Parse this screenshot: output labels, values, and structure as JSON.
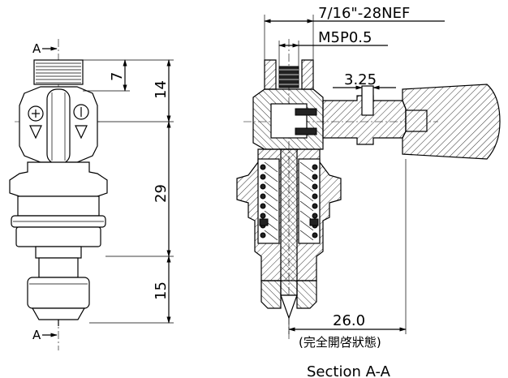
{
  "section_marker": "A",
  "dims": {
    "thread_length": "7",
    "upper_height": "14",
    "body_height": "29",
    "lower_height": "15",
    "thread_spec": "7/16\"-28NEF",
    "tap_spec": "M5P0.5",
    "hole_dia": "3.25",
    "stroke": "26.0",
    "stroke_note": "(完全開啓狀態)"
  },
  "caption": "Section A-A"
}
